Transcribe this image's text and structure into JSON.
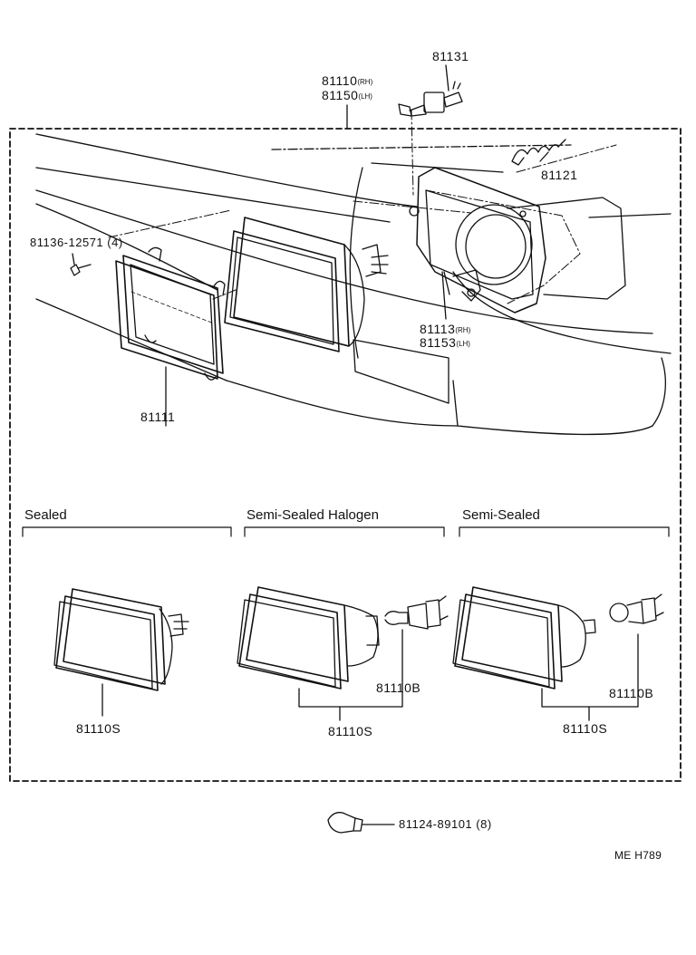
{
  "labels": {
    "p81131": "81131",
    "p81110": "81110",
    "p81110_suffix": "(RH)",
    "p81150": "81150",
    "p81150_suffix": "(LH)",
    "p81121": "81121",
    "p81136": "81136-12571  (4)",
    "p81111": "81111",
    "p81113": "81113",
    "p81113_suffix": "(RH)",
    "p81153": "81153",
    "p81153_suffix": "(LH)"
  },
  "variants": [
    {
      "section": "Sealed",
      "unit": "81110S",
      "bulb": ""
    },
    {
      "section": "Semi-Sealed Halogen",
      "unit": "81110S",
      "bulb": "81110B"
    },
    {
      "section": "Semi-Sealed",
      "unit": "81110S",
      "bulb": "81110B"
    }
  ],
  "extra_part": "81124-89101  (8)",
  "diagram_code": "ME H789"
}
